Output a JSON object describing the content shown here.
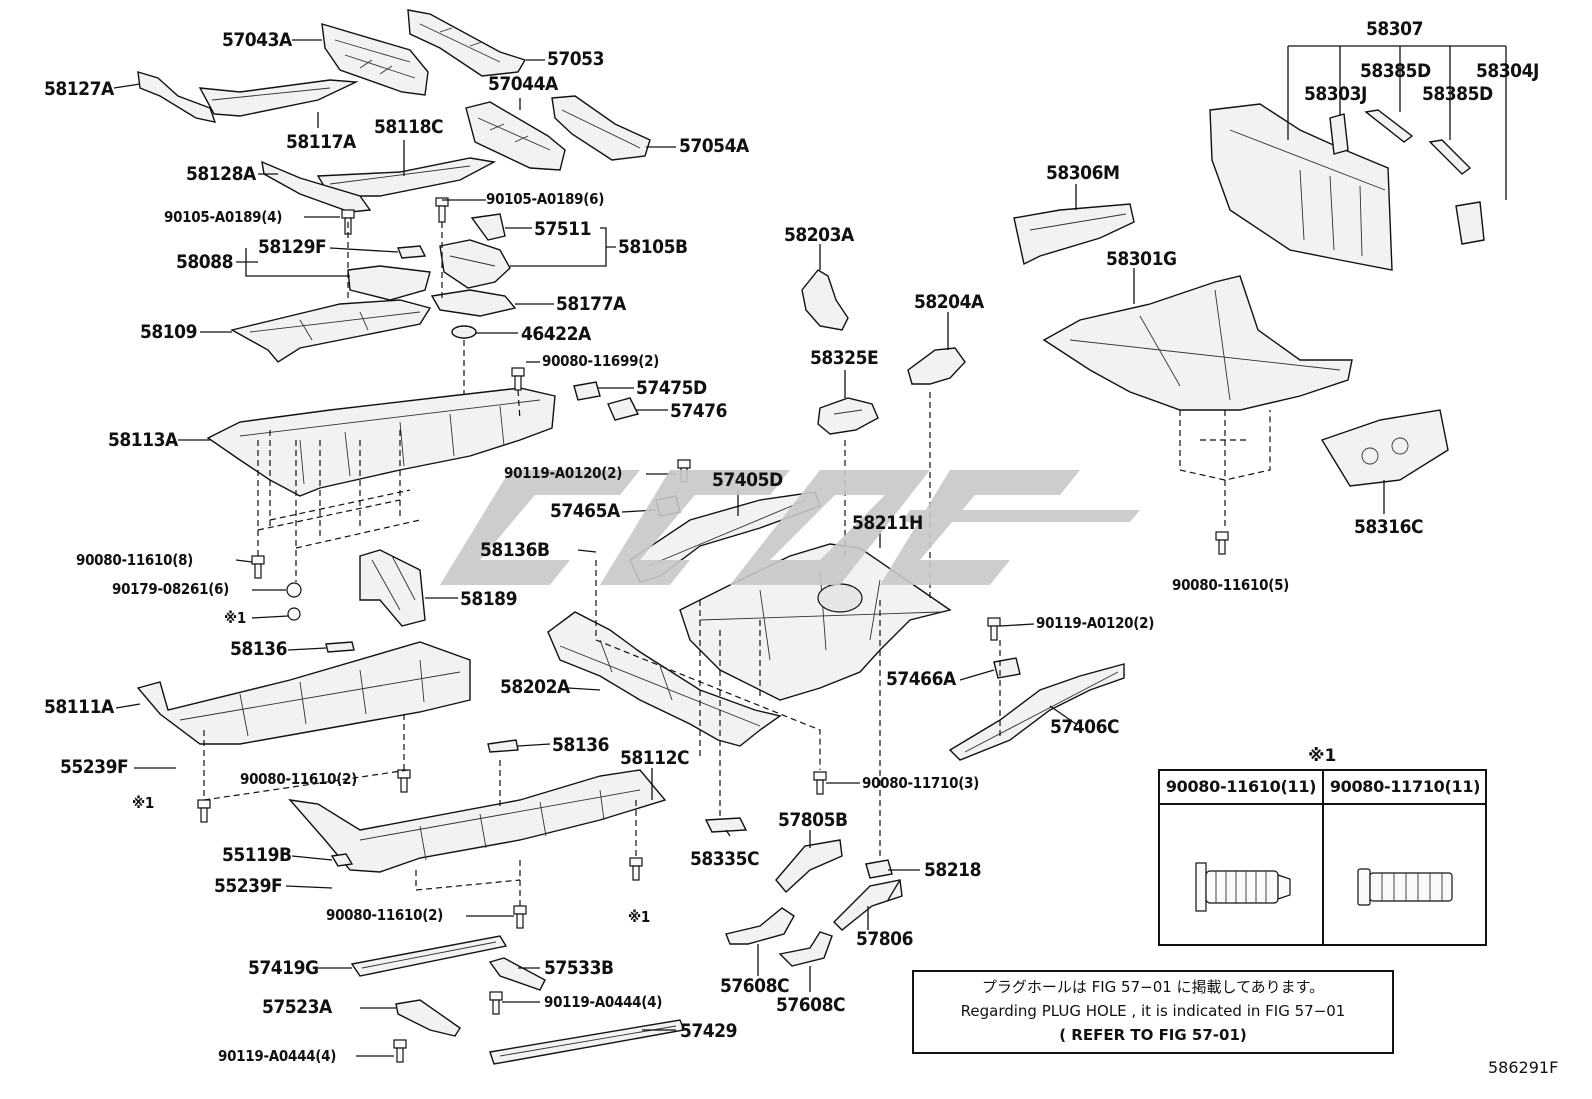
{
  "labels": {
    "p57043A": "57043A",
    "p57053": "57053",
    "p58127A": "58127A",
    "p57044A": "57044A",
    "p58117A": "58117A",
    "p58118C": "58118C",
    "p57054A": "57054A",
    "p58128A": "58128A",
    "p90105_a": "90105-A0189(6)",
    "p90105_b": "90105-A0189(4)",
    "p57511": "57511",
    "p58105B": "58105B",
    "p58088": "58088",
    "p58129F": "58129F",
    "p58177A": "58177A",
    "p58109": "58109",
    "p46422A": "46422A",
    "p90080_11699": "90080-11699(2)",
    "p57475D": "57475D",
    "p57476": "57476",
    "p58113A": "58113A",
    "p90119_a0120_a": "90119-A0120(2)",
    "p57405D": "57405D",
    "p57465A": "57465A",
    "p58136B": "58136B",
    "p58211H": "58211H",
    "p90080_11610_8": "90080-11610(8)",
    "p90179_08261": "90179-08261(6)",
    "p58189": "58189",
    "mark1_a": "※1",
    "p58136_a": "58136",
    "p58111A": "58111A",
    "p58202A": "58202A",
    "p55239F_a": "55239F",
    "p90080_11610_2a": "90080-11610(2)",
    "p58136_b": "58136",
    "p58112C": "58112C",
    "mark1_b": "※1",
    "p55119B": "55119B",
    "p55239F_b": "55239F",
    "p90080_11610_2b": "90080-11610(2)",
    "mark1_c": "※1",
    "p58335C": "58335C",
    "p57805B": "57805B",
    "p58218": "58218",
    "p57806": "57806",
    "p57608C_a": "57608C",
    "p57608C_b": "57608C",
    "p57419G": "57419G",
    "p57533B": "57533B",
    "p57523A": "57523A",
    "p90119_a0444_a": "90119-A0444(4)",
    "p57429": "57429",
    "p90119_a0444_b": "90119-A0444(4)",
    "p58203A": "58203A",
    "p58204A": "58204A",
    "p58325E": "58325E",
    "p58306M": "58306M",
    "p58301G": "58301G",
    "p58307": "58307",
    "p58385D_a": "58385D",
    "p58304J": "58304J",
    "p58303J": "58303J",
    "p58385D_b": "58385D",
    "p58316C": "58316C",
    "p90080_11610_5": "90080-11610(5)",
    "p90119_a0120_b": "90119-A0120(2)",
    "p57466A": "57466A",
    "p57406C": "57406C",
    "p90080_11710": "90080-11710(3)"
  },
  "legend": {
    "title": "※1",
    "col1": "90080-11610(11)",
    "col2": "90080-11710(11)"
  },
  "note": {
    "line1": "プラグホールは FIG 57−01 に掲載してあります。",
    "line2": "Regarding  PLUG  HOLE , it is indicated in  FIG  57−01",
    "line3": "( REFER  TO  FIG  57-01)"
  },
  "page_code": "586291F",
  "colors": {
    "ink": "#111111",
    "watermark": "#c8c8c8",
    "part_fill": "#f2f2f2"
  }
}
